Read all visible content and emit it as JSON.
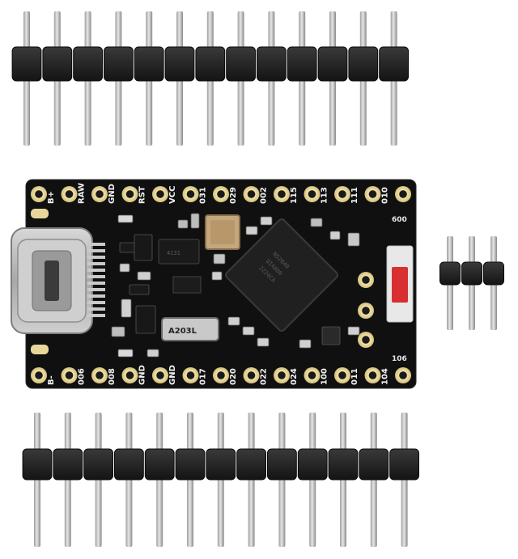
{
  "photo": {
    "top_header": {
      "count": 13
    },
    "bottom_header": {
      "count": 13
    },
    "side_header": {
      "count": 3
    },
    "board": {
      "top_labels": [
        "B+",
        "RAW",
        "GND",
        "RST",
        "VCC",
        "031",
        "029",
        "002",
        "115",
        "113",
        "111",
        "010"
      ],
      "bottom_labels": [
        "B-",
        "006",
        "008",
        "GND",
        "GND",
        "017",
        "020",
        "022",
        "024",
        "100",
        "011",
        "104"
      ],
      "side_top_label": "600",
      "side_bottom_label": "106",
      "crystal_marking": "A203L",
      "regulator_marking": "4131",
      "mcu_marking": [
        "N52840",
        "QIAAD0",
        "2224CA"
      ],
      "colors": {
        "pcb": "#101010",
        "pad": "#e9d89a",
        "pin": "#c8c8c8",
        "plastic": "#1e1e1e",
        "connector": "#b9b9b9",
        "led": "#d83030"
      }
    }
  }
}
